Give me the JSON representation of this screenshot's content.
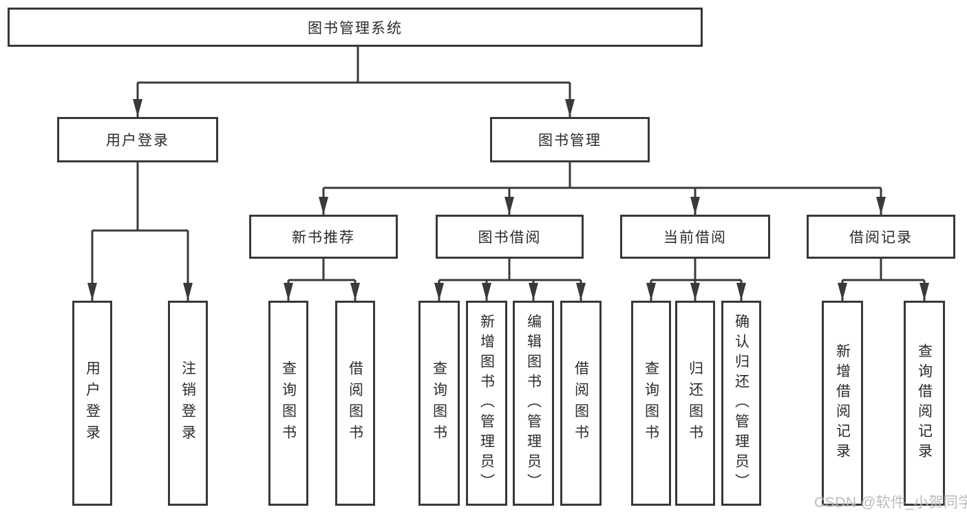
{
  "diagram": {
    "type": "hierarchy-tree",
    "tree": {
      "root": {
        "label": "图书管理系统"
      },
      "branches": [
        {
          "label": "用户登录",
          "children": [
            {
              "label": "用户登录"
            },
            {
              "label": "注销登录"
            }
          ]
        },
        {
          "label": "图书管理",
          "children": [
            {
              "label": "新书推荐",
              "children": [
                {
                  "label": "查询图书"
                },
                {
                  "label": "借阅图书"
                }
              ]
            },
            {
              "label": "图书借阅",
              "children": [
                {
                  "label": "查询图书"
                },
                {
                  "label": "新增图书（管理员）"
                },
                {
                  "label": "编辑图书（管理员）"
                },
                {
                  "label": "借阅图书"
                }
              ]
            },
            {
              "label": "当前借阅",
              "children": [
                {
                  "label": "查询图书"
                },
                {
                  "label": "归还图书"
                },
                {
                  "label": "确认归还（管理员）"
                }
              ]
            },
            {
              "label": "借阅记录",
              "children": [
                {
                  "label": "新增借阅记录"
                },
                {
                  "label": "查询借阅记录"
                }
              ]
            }
          ]
        }
      ]
    }
  },
  "watermark": {
    "label": "CSDN @软件_小贺同学"
  },
  "colors": {
    "line": "#3a3a3a",
    "border": "#383838",
    "text": "#2b2b2b",
    "background": "#ffffff",
    "watermark": "#b0b0b0"
  }
}
